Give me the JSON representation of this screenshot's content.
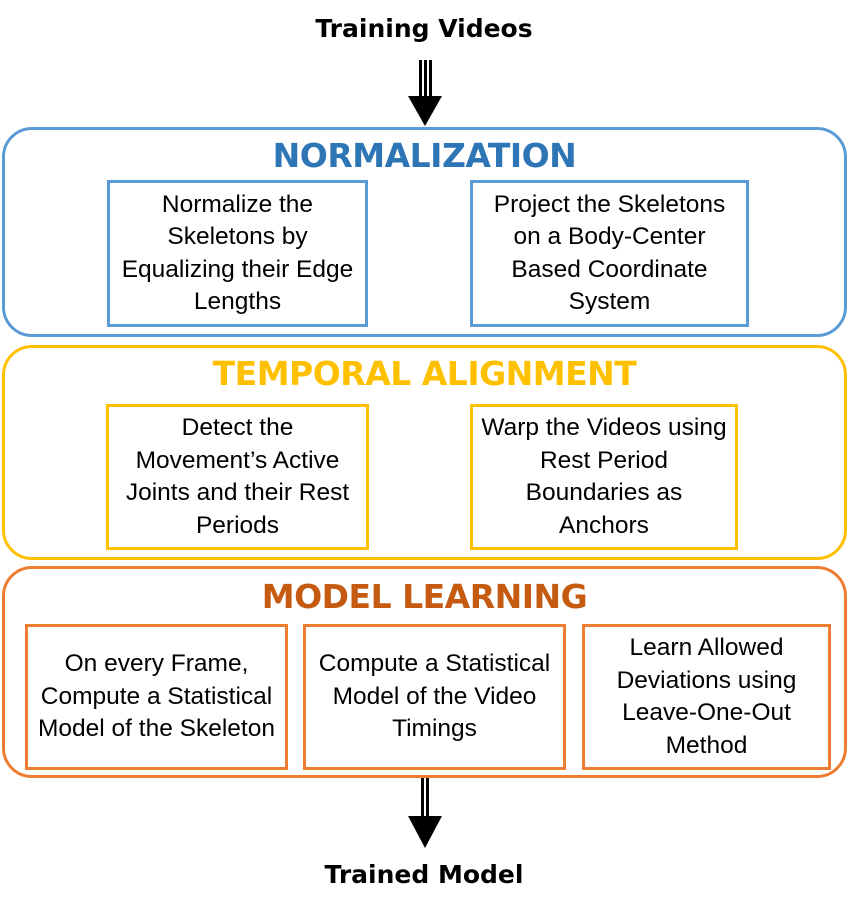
{
  "input_label": "Training Videos",
  "output_label": "Trained Model",
  "colors": {
    "normalization_border": "#5b9bd5",
    "normalization_title": "#2e75b6",
    "temporal_border": "#ffc000",
    "temporal_title": "#ffc000",
    "model_border": "#ed7d31",
    "model_title": "#c55a11",
    "arrow": "#000000"
  },
  "stages": [
    {
      "title": "NORMALIZATION",
      "steps": [
        "Normalize the Skeletons by Equalizing their Edge Lengths",
        "Project the Skeletons on a Body-Center Based Coordinate System"
      ]
    },
    {
      "title": "TEMPORAL ALIGNMENT",
      "steps": [
        "Detect the Movement’s Active Joints and their Rest Periods",
        "Warp the Videos using Rest Period Boundaries as Anchors"
      ]
    },
    {
      "title": "MODEL LEARNING",
      "steps": [
        "On every Frame, Compute a Statistical Model of the Skeleton",
        "Compute a Statistical Model of the Video Timings",
        "Learn Allowed Deviations using Leave-One-Out Method"
      ]
    }
  ]
}
